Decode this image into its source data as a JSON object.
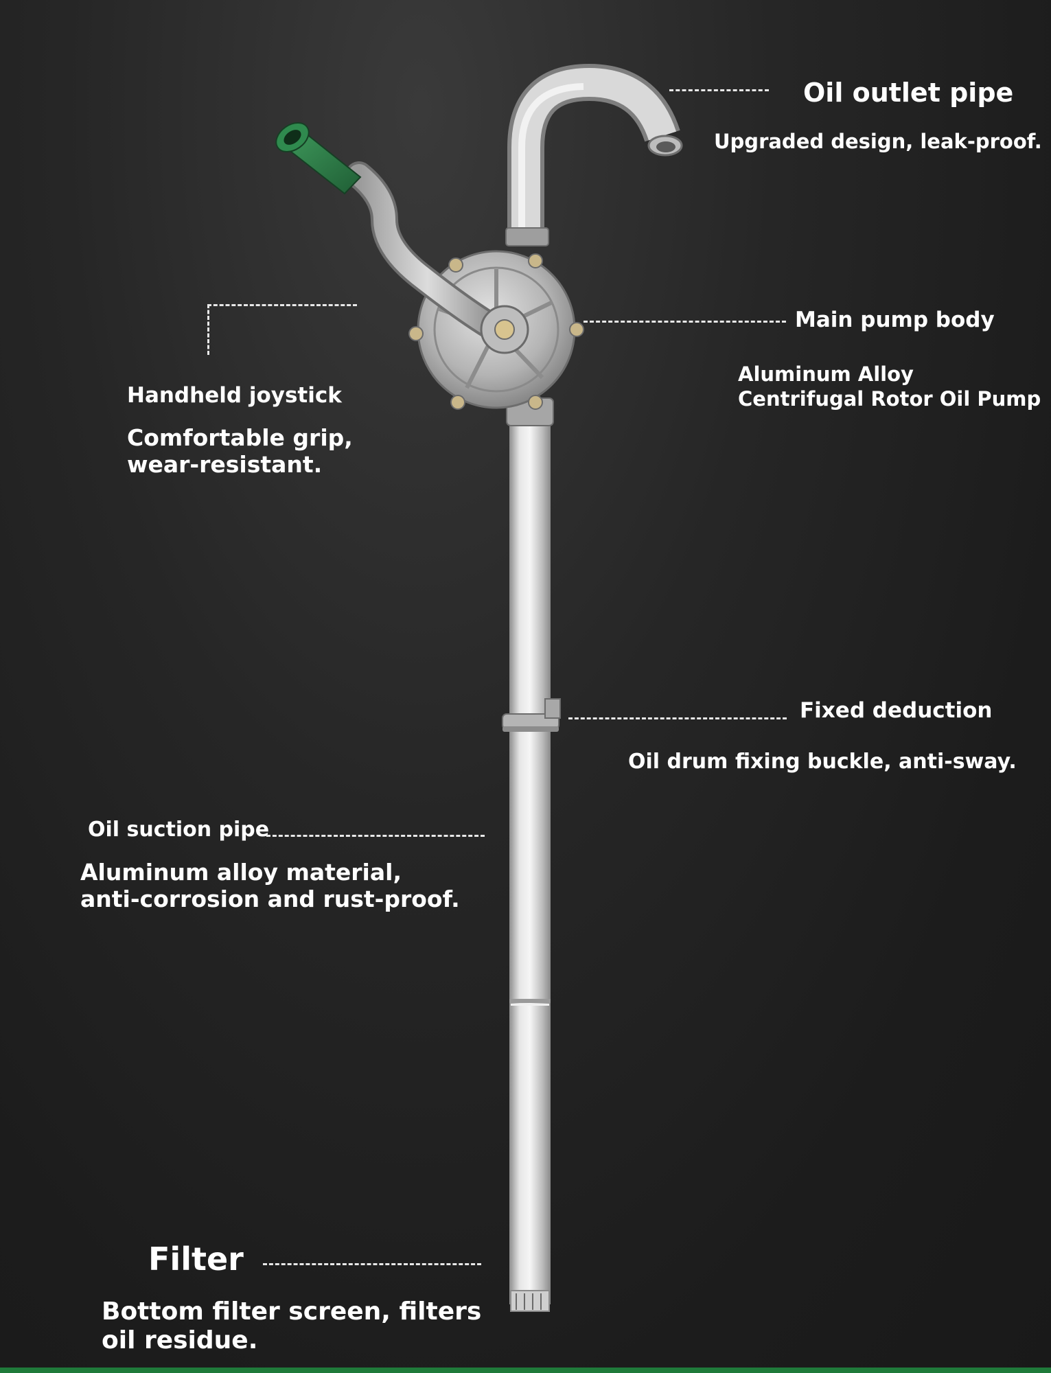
{
  "callouts": {
    "outlet": {
      "title": "Oil outlet pipe",
      "desc": "Upgraded design, leak-proof."
    },
    "body": {
      "title": "Main pump body",
      "desc_line1": "Aluminum Alloy",
      "desc_line2": "Centrifugal Rotor Oil Pump"
    },
    "handle": {
      "title": "Handheld joystick",
      "desc_line1": "Comfortable grip,",
      "desc_line2": "wear-resistant."
    },
    "buckle": {
      "title": "Fixed deduction",
      "desc": "Oil drum fixing buckle, anti-sway."
    },
    "suction": {
      "title": "Oil suction pipe",
      "desc_line1": "Aluminum alloy material,",
      "desc_line2": "anti-corrosion and rust-proof."
    },
    "filter": {
      "title": "Filter",
      "desc_line1": "Bottom filter screen, filters",
      "desc_line2": "oil residue."
    }
  },
  "colors": {
    "background": "#1c1c1c",
    "text": "#ffffff",
    "grip_green": "#2e7d4a",
    "accent_bar": "#1f7a3a",
    "metal": "#c8c8c8"
  },
  "icons": {
    "product": "rotary-drum-pump-illustration"
  }
}
